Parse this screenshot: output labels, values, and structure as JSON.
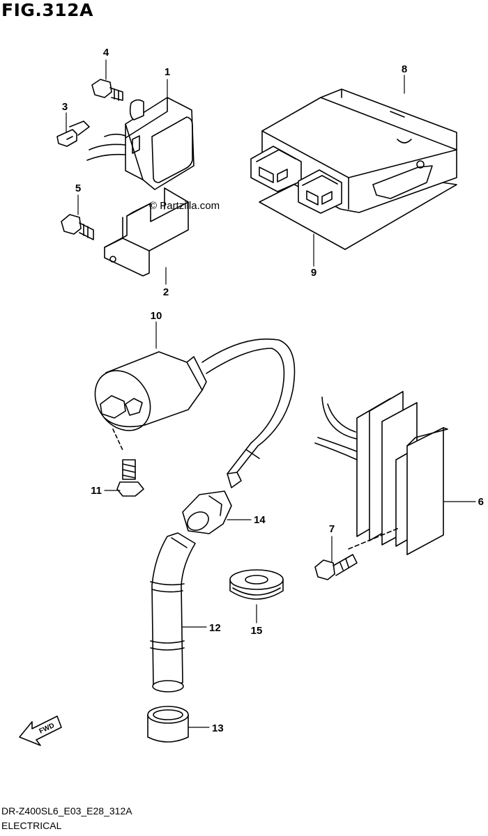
{
  "figure": {
    "title": "FIG.312A"
  },
  "watermark": "© Partzilla.com",
  "direction_arrow": "FWD",
  "parts": [
    {
      "ref": "1"
    },
    {
      "ref": "2"
    },
    {
      "ref": "3"
    },
    {
      "ref": "4"
    },
    {
      "ref": "5"
    },
    {
      "ref": "6"
    },
    {
      "ref": "7"
    },
    {
      "ref": "8"
    },
    {
      "ref": "9"
    },
    {
      "ref": "10"
    },
    {
      "ref": "11"
    },
    {
      "ref": "12"
    },
    {
      "ref": "13"
    },
    {
      "ref": "14"
    },
    {
      "ref": "15"
    }
  ],
  "footer": {
    "code": "DR-Z400SL6_E03_E28_312A",
    "category": "ELECTRICAL"
  }
}
